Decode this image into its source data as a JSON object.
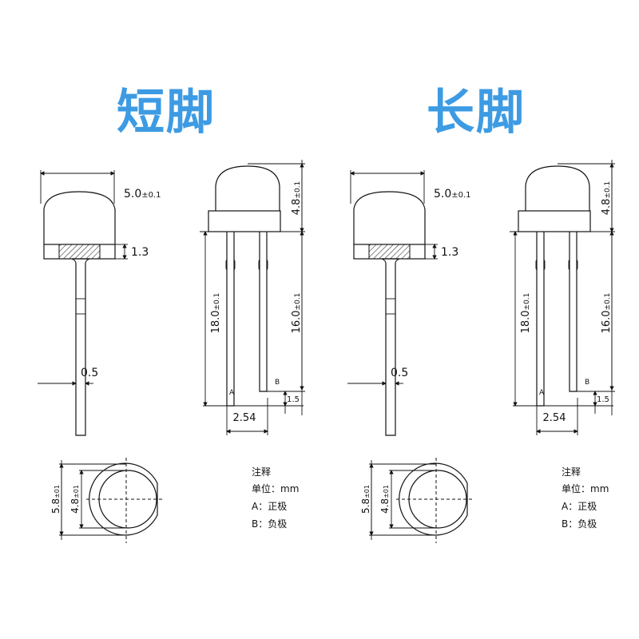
{
  "panels": [
    {
      "title": "短脚",
      "dims": {
        "width": "5.0",
        "width_tol": "±0.1",
        "flange": "1.3",
        "lead": "0.5",
        "dome_h": "4.8",
        "dome_h_tol": "±0.1",
        "lead_a": "18.0",
        "lead_a_tol": "±0.1",
        "lead_b": "16.0",
        "lead_b_tol": "±0.1",
        "diff": "1.5",
        "pitch": "2.54",
        "outer_d": "5.8",
        "outer_d_tol": "±01",
        "inner_d": "4.8",
        "inner_d_tol": "±01"
      },
      "pins": {
        "a": "A",
        "b": "B"
      },
      "notes": [
        "注释",
        "单位：mm",
        "A：正极",
        "B：负极"
      ]
    },
    {
      "title": "长脚",
      "dims": {
        "width": "5.0",
        "width_tol": "±0.1",
        "flange": "1.3",
        "lead": "0.5",
        "dome_h": "4.8",
        "dome_h_tol": "±0.1",
        "lead_a": "18.0",
        "lead_a_tol": "±0.1",
        "lead_b": "16.0",
        "lead_b_tol": "±0.1",
        "diff": "1.5",
        "pitch": "2.54",
        "outer_d": "5.8",
        "outer_d_tol": "±01",
        "inner_d": "4.8",
        "inner_d_tol": "±01"
      },
      "pins": {
        "a": "A",
        "b": "B"
      },
      "notes": [
        "注释",
        "单位：mm",
        "A：正极",
        "B：负极"
      ]
    }
  ]
}
